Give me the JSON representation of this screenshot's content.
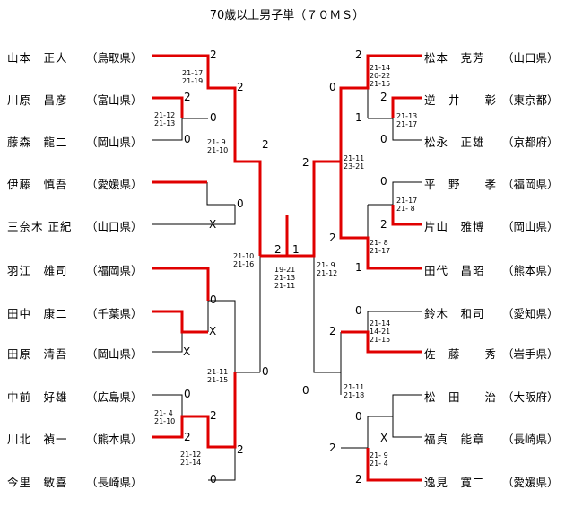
{
  "title": "70歳以上男子単（７０ＭＳ）",
  "left_players": [
    {
      "name": "山本　正人",
      "pref": "（鳥取県）"
    },
    {
      "name": "川原　昌彦",
      "pref": "（富山県）"
    },
    {
      "name": "藤森　龍二",
      "pref": "（岡山県）"
    },
    {
      "name": "伊藤　慎吾",
      "pref": "（愛媛県）"
    },
    {
      "name": "三奈木 正紀",
      "pref": "（山口県）"
    },
    {
      "name": "羽江　雄司",
      "pref": "（福岡県）"
    },
    {
      "name": "田中　康二",
      "pref": "（千葉県）"
    },
    {
      "name": "田原　清吾",
      "pref": "（岡山県）"
    },
    {
      "name": "中前　好雄",
      "pref": "（広島県）"
    },
    {
      "name": "川北　禎一",
      "pref": "（熊本県）"
    },
    {
      "name": "今里　敏喜",
      "pref": "（長崎県）"
    }
  ],
  "right_players": [
    {
      "name": "松本　克芳",
      "pref": "（山口県）"
    },
    {
      "name": "逆　井　　彰",
      "pref": "（東京都）"
    },
    {
      "name": "松永　正雄",
      "pref": "（京都府）"
    },
    {
      "name": "平　野　　孝",
      "pref": "（福岡県）"
    },
    {
      "name": "片山　雅博",
      "pref": "（岡山県）"
    },
    {
      "name": "田代　昌昭",
      "pref": "（熊本県）"
    },
    {
      "name": "鈴木　和司",
      "pref": "（愛知県）"
    },
    {
      "name": "佐　藤　　秀",
      "pref": "（岩手県）"
    },
    {
      "name": "松　田　　治",
      "pref": "（大阪府）"
    },
    {
      "name": "福貞　能章",
      "pref": "（長崎県）"
    },
    {
      "name": "逸見　寛二",
      "pref": "（愛媛県）"
    }
  ],
  "scores": [
    "2",
    "2",
    "0",
    "0",
    "2",
    "0",
    "X",
    "2",
    "0",
    "X",
    "X",
    "0",
    "0",
    "2",
    "2",
    "0",
    "2",
    "2",
    "1",
    "2",
    "0",
    "2",
    "1",
    "0",
    "0",
    "2",
    "2",
    "2",
    "1",
    "0",
    "2",
    "0",
    "0",
    "X",
    "2",
    "2"
  ],
  "sets": [
    "21-17\n21-19",
    "21-12\n21-13",
    "21- 9\n21-10",
    "21-10\n21-16",
    "21-11\n21-15",
    "21- 4\n21-10",
    "21-12\n21-14",
    "19-21\n21-13\n21-11",
    "21- 9\n21-12",
    "21-14\n20-22\n21-15",
    "21-13\n21-17",
    "21-11\n23-21",
    "21-17\n21- 8",
    "21- 8\n21-17",
    "21-14\n14-21\n21-15",
    "21-11\n21-18",
    "21- 9\n21- 4"
  ]
}
